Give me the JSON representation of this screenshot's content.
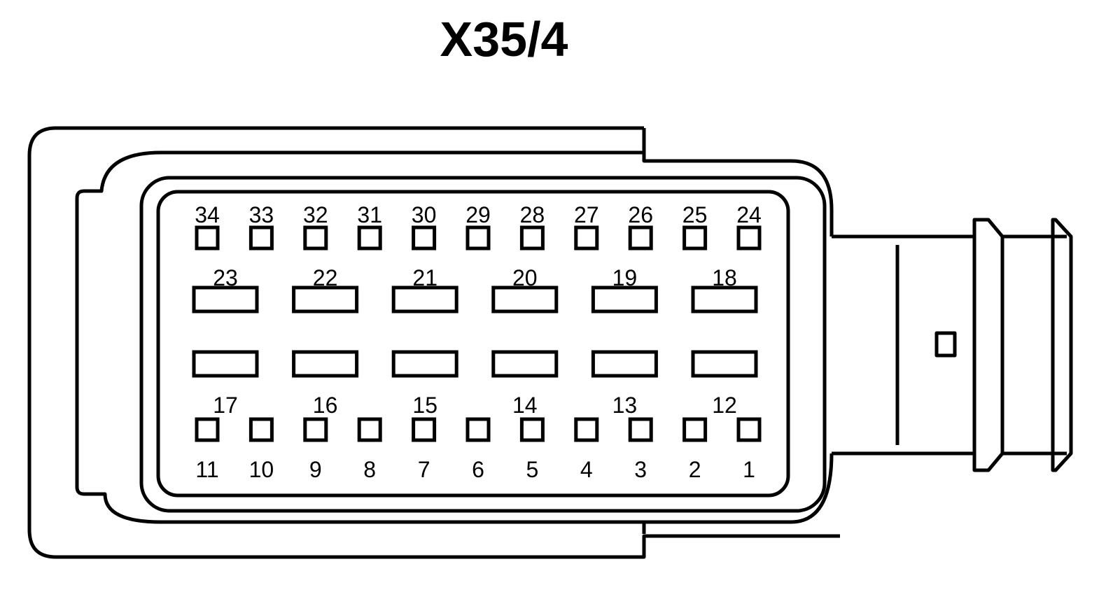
{
  "title": "X35/4",
  "colors": {
    "stroke": "#000000",
    "background": "#ffffff"
  },
  "pin_rows": {
    "top_small": [
      "34",
      "33",
      "32",
      "31",
      "30",
      "29",
      "28",
      "27",
      "26",
      "25",
      "24"
    ],
    "upper_wide": [
      "23",
      "22",
      "21",
      "20",
      "19",
      "18"
    ],
    "lower_wide": [
      "17",
      "16",
      "15",
      "14",
      "13",
      "12"
    ],
    "bottom_small": [
      "11",
      "10",
      "9",
      "8",
      "7",
      "6",
      "5",
      "4",
      "3",
      "2",
      "1"
    ]
  }
}
